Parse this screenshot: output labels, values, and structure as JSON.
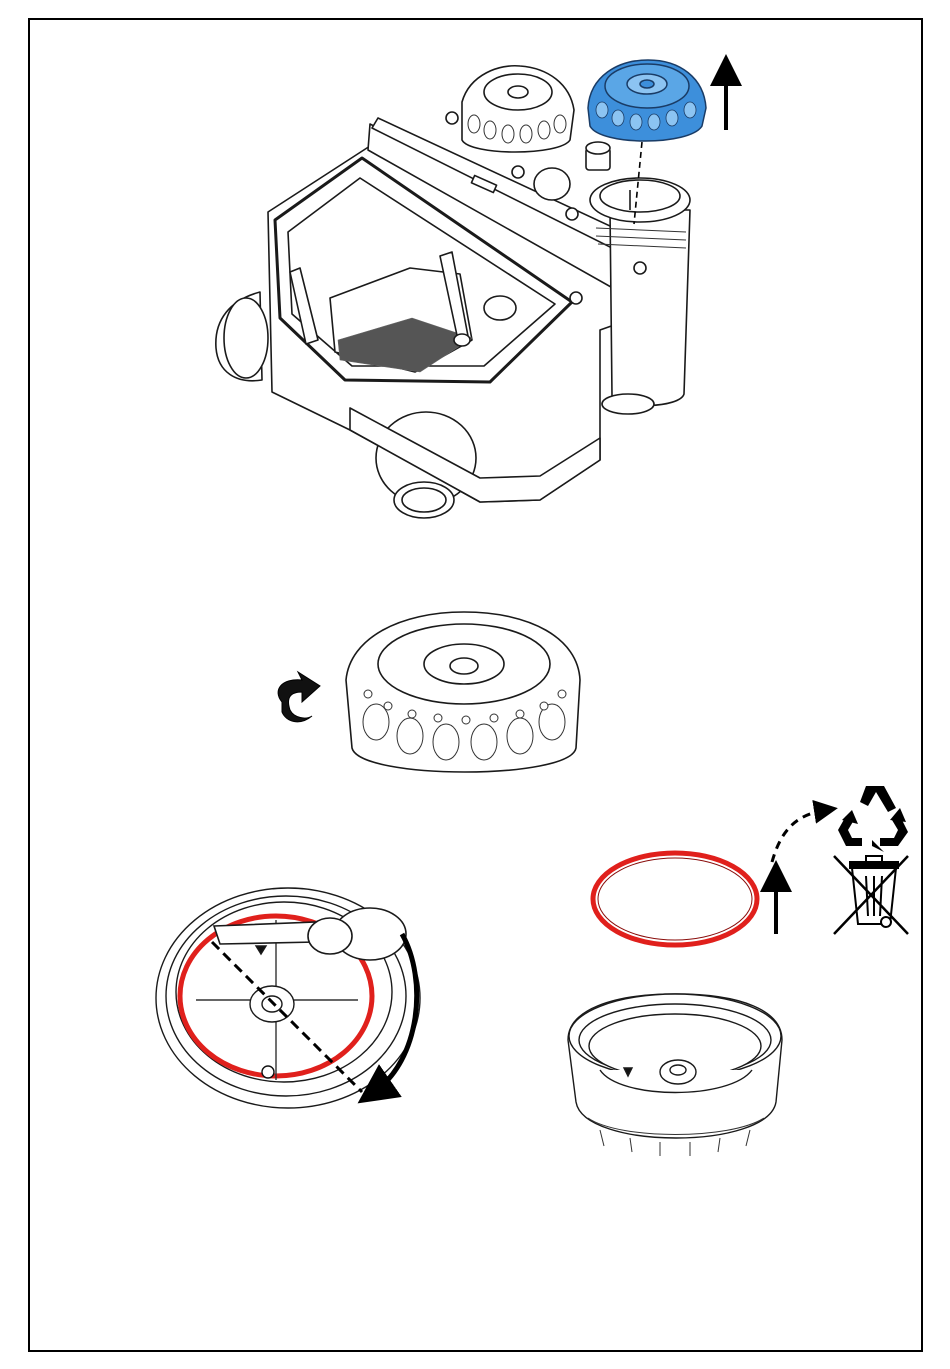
{
  "page": {
    "kind": "instruction-illustration",
    "description_text": ""
  },
  "colors": {
    "frame": "#000000",
    "line": "#1a1a1a",
    "cap_highlight": "#3d8fdb",
    "cap_highlight_light": "#8cc4f2",
    "seal_red": "#e0201c",
    "arrow": "#000000"
  },
  "steps": [
    {
      "id": "step-1",
      "action": "lift-off",
      "part": "blue-highlighted-cap",
      "direction": "up"
    },
    {
      "id": "step-2",
      "action": "rotate",
      "part": "cap",
      "direction": "counter-clockwise"
    },
    {
      "id": "step-3",
      "action": "pry-out",
      "part": "red-seal-ring",
      "tool": "lever",
      "direction": "clockwise"
    },
    {
      "id": "step-4",
      "action": "remove-and-dispose",
      "part": "red-seal-ring",
      "direction": "up"
    }
  ],
  "icons": [
    "recycle-icon",
    "crossed-out-bin-icon"
  ]
}
